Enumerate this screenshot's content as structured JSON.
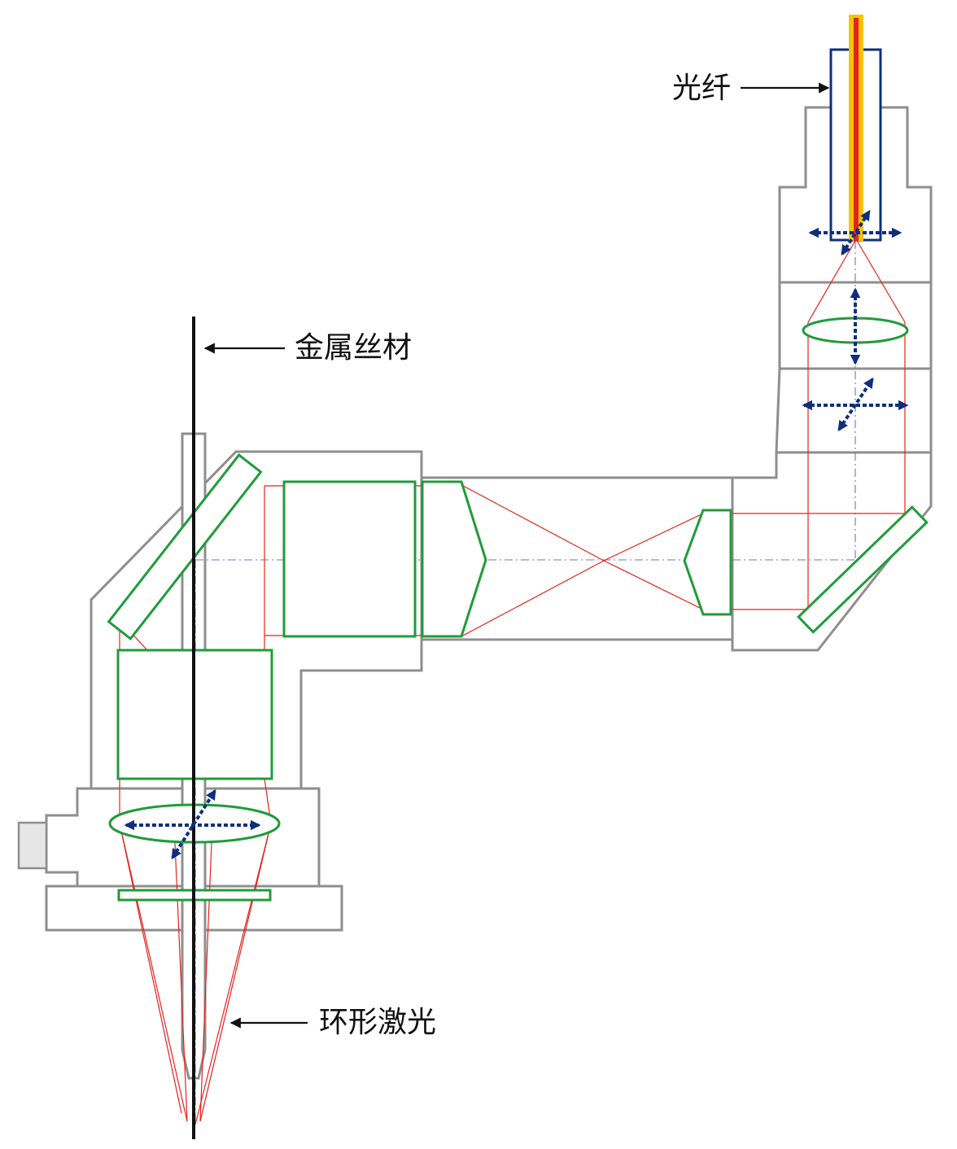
{
  "labels": {
    "fiber": "光纤",
    "wire": "金属丝材",
    "ring_laser": "环形激光"
  },
  "colors": {
    "housing": "#8e8e8e",
    "optics": "#1f9c3a",
    "hatch": "#3fb86a",
    "laser_ray": "#e2241b",
    "optical_axis": "#6f74b8",
    "adjust_arrows": "#0e2f7e",
    "fiber_jacket": "#f5c400",
    "fiber_core": "#e2241b",
    "fiber_holder": "#0e2f7e",
    "wire": "#111111",
    "connector": "#e6e6e6"
  }
}
